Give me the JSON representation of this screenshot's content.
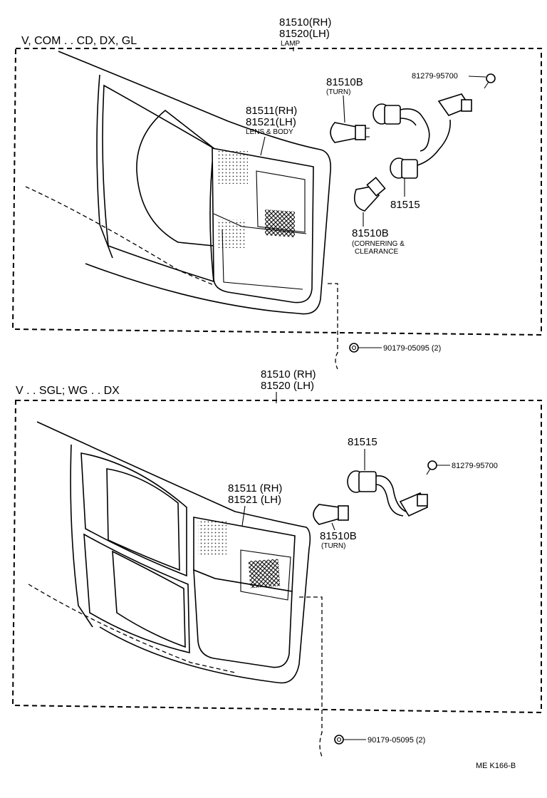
{
  "top_section": {
    "model_label": "V, COM . . CD, DX, GL",
    "lamp_part_rh": "81510(RH)",
    "lamp_part_lh": "81520(LH)",
    "lamp_desc": "LAMP",
    "lens_part_rh": "81511(RH)",
    "lens_part_lh": "81521(LH)",
    "lens_desc": "LENS & BODY",
    "turn_bulb_part": "81510B",
    "turn_bulb_desc": "(TURN)",
    "screw_part": "81279-95700",
    "socket_part": "81515",
    "corner_bulb_part": "81510B",
    "corner_bulb_desc_1": "(CORNERING &",
    "corner_bulb_desc_2": "CLEARANCE",
    "nut_part": "90179-05095 (2)"
  },
  "bottom_section": {
    "model_label": "V . . SGL; WG . . DX",
    "lamp_part_rh": "81510 (RH)",
    "lamp_part_lh": "81520 (LH)",
    "lens_part_rh": "81511 (RH)",
    "lens_part_lh": "81521 (LH)",
    "socket_part": "81515",
    "screw_part": "81279-95700",
    "turn_bulb_part": "81510B",
    "turn_bulb_desc": "(TURN)",
    "nut_part": "90179-05095 (2)"
  },
  "diagram_code": "ME  K166-B"
}
